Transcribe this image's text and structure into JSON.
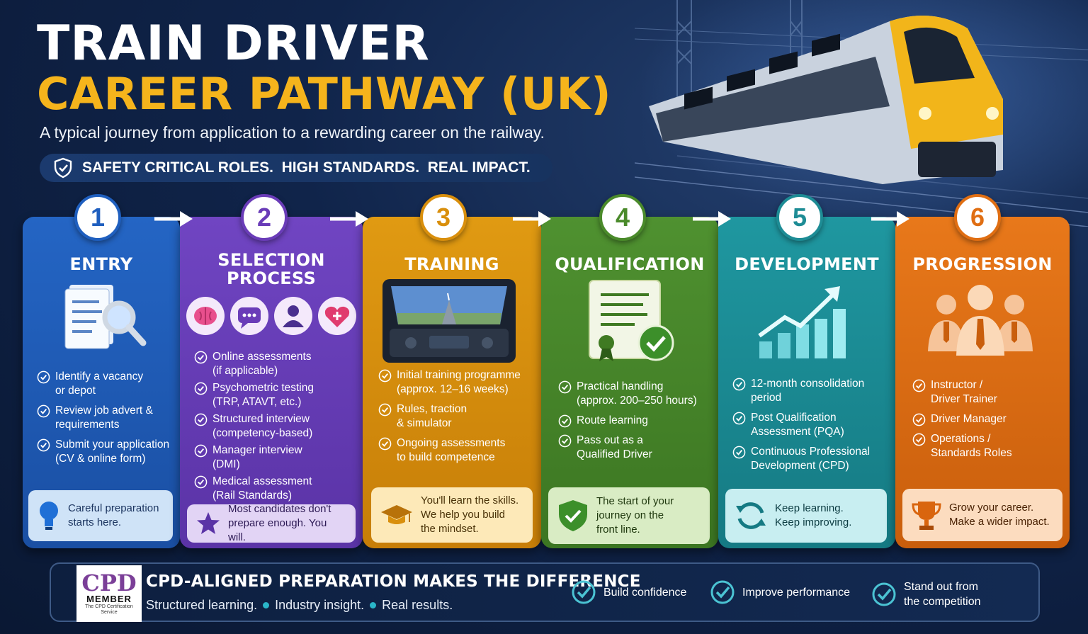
{
  "header": {
    "title_line1": "TRAIN DRIVER",
    "title_line2": "CAREER PATHWAY (UK)",
    "subtitle": "A typical journey from application to a rewarding career on the railway.",
    "tagline": "SAFETY CRITICAL ROLES.  HIGH STANDARDS.  REAL IMPACT."
  },
  "colors": {
    "accent_yellow": "#f5b41c",
    "stage1": "#1f5fbf",
    "stage2": "#6a3cb8",
    "stage3": "#d98f0c",
    "stage4": "#4a8a2a",
    "stage5": "#1d8c95",
    "stage6": "#e06e12"
  },
  "stages": [
    {
      "number": "1",
      "title": "ENTRY",
      "icon": "document-magnifier-icon",
      "bullets": [
        "Identify a vacancy\nor depot",
        "Review job advert &\nrequirements",
        "Submit your application\n(CV & online form)"
      ],
      "note": "Careful preparation\nstarts here.",
      "note_icon": "lightbulb-icon"
    },
    {
      "number": "2",
      "title": "SELECTION\nPROCESS",
      "icons": [
        "brain-icon",
        "chat-icon",
        "person-icon",
        "heart-plus-icon"
      ],
      "bullets": [
        "Online assessments\n(if applicable)",
        "Psychometric testing\n(TRP, ATAVT, etc.)",
        "Structured interview\n(competency-based)",
        "Manager interview\n(DMI)",
        "Medical assessment\n(Rail Standards)"
      ],
      "note": "Most candidates don't\nprepare enough. You will.",
      "note_icon": "star-icon"
    },
    {
      "number": "3",
      "title": "TRAINING",
      "icon": "train-cab-simulator-icon",
      "bullets": [
        "Initial training programme\n(approx. 12–16 weeks)",
        "Rules, traction\n& simulator",
        "Ongoing assessments\nto build competence"
      ],
      "note": "You'll learn the skills.\nWe help you build\nthe mindset.",
      "note_icon": "graduation-cap-icon"
    },
    {
      "number": "4",
      "title": "QUALIFICATION",
      "icon": "certificate-icon",
      "bullets": [
        "Practical handling\n(approx. 200–250 hours)",
        "Route learning",
        "Pass out as a\nQualified Driver"
      ],
      "note": "The start of your\njourney on the\nfront line.",
      "note_icon": "shield-check-icon"
    },
    {
      "number": "5",
      "title": "DEVELOPMENT",
      "icon": "growth-chart-icon",
      "bullets": [
        "12-month consolidation\nperiod",
        "Post Qualification\nAssessment (PQA)",
        "Continuous Professional\nDevelopment (CPD)"
      ],
      "note": "Keep learning.\nKeep improving.",
      "note_icon": "refresh-icon"
    },
    {
      "number": "6",
      "title": "PROGRESSION",
      "icon": "team-icon",
      "bullets": [
        "Instructor /\nDriver Trainer",
        "Driver Manager",
        "Operations /\nStandards Roles"
      ],
      "note": "Grow your career.\nMake a wider impact.",
      "note_icon": "trophy-icon"
    }
  ],
  "banner": {
    "logo_top": "CPD",
    "logo_member": "MEMBER",
    "logo_service": "The CPD Certification Service",
    "heading": "CPD-ALIGNED PREPARATION MAKES THE DIFFERENCE",
    "sub_items": [
      "Structured learning.",
      "Industry insight.",
      "Real results."
    ],
    "benefits": [
      "Build confidence",
      "Improve performance",
      "Stand out from\nthe competition"
    ]
  }
}
